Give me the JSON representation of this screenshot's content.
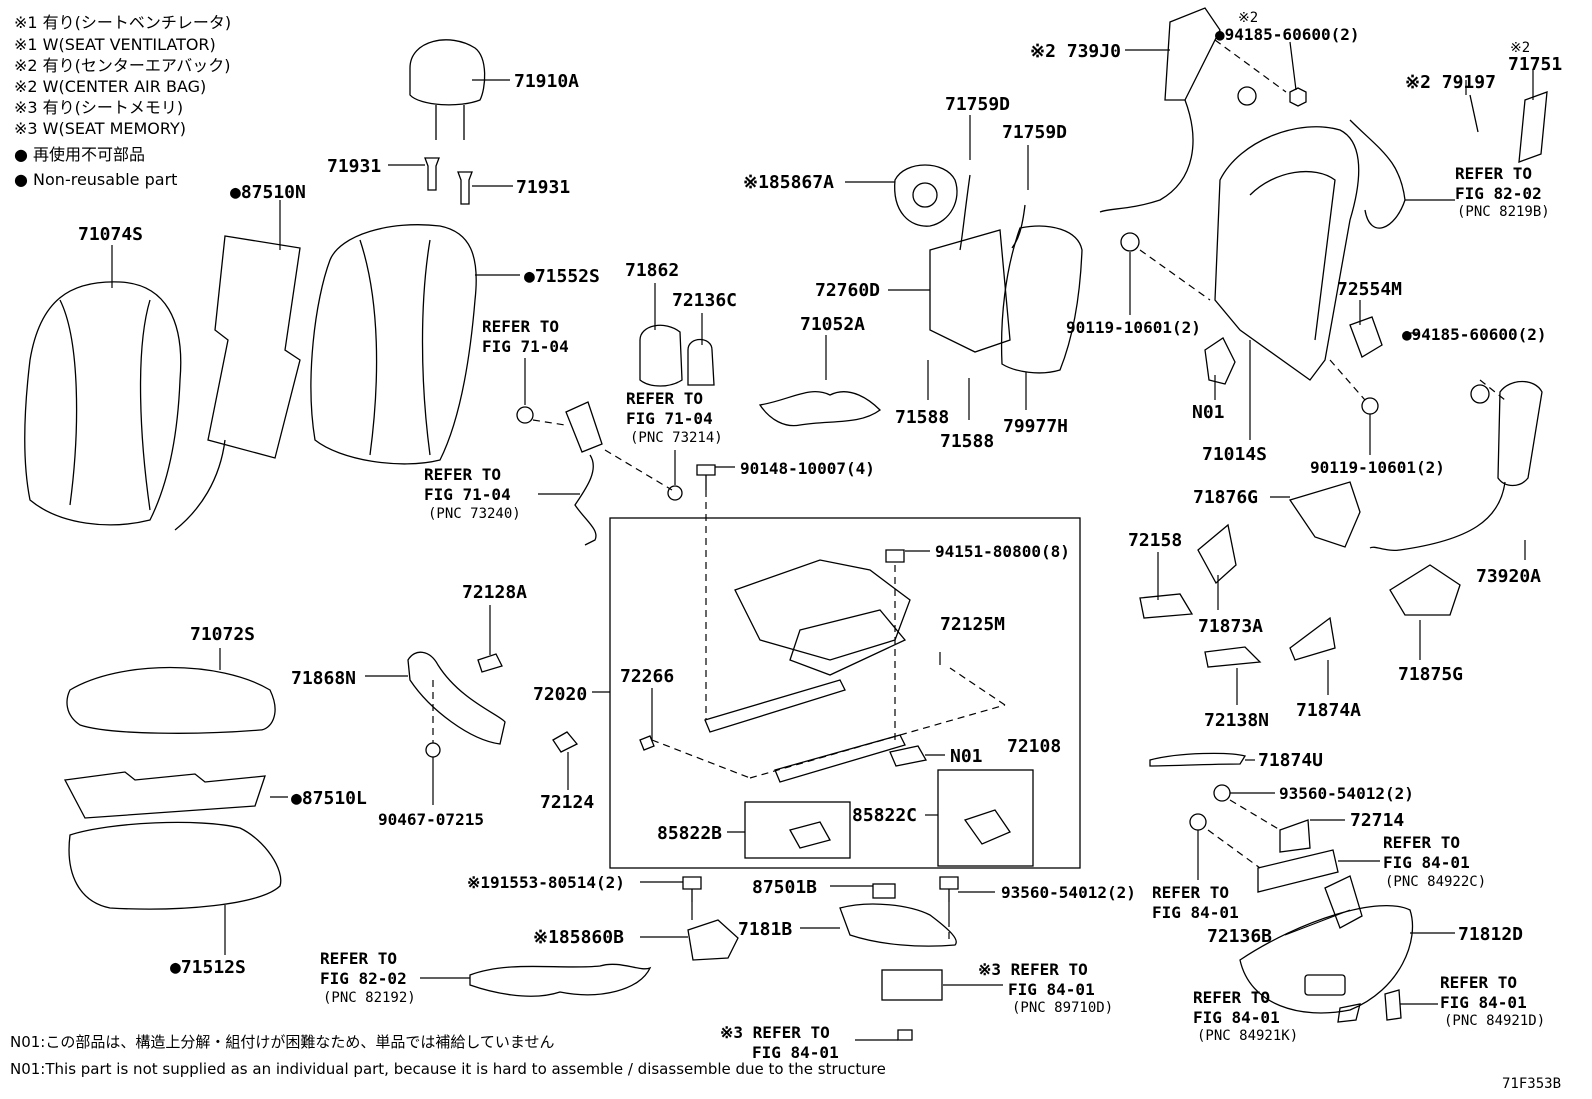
{
  "legend": [
    "※1 有り(シートベンチレータ)",
    "※1 W(SEAT VENTILATOR)",
    "※2 有り(センターエアバック)",
    "※2 W(CENTER AIR BAG)",
    "※3 有り(シートメモリ)",
    "※3 W(SEAT MEMORY)",
    "● 再使用不可部品",
    "● Non-reusable part"
  ],
  "labels": {
    "p71910A": "71910A",
    "p71931a": "71931",
    "p71931b": "71931",
    "p87510N": "●87510N",
    "p71074S": "71074S",
    "p71552S": "●71552S",
    "p71862": "71862",
    "p72136C": "72136C",
    "p71759D_a": "71759D",
    "p71759D_b": "71759D",
    "p85867A": "※185867A",
    "p72760D": "72760D",
    "p71052A": "71052A",
    "p71588a": "71588",
    "p71588b": "71588",
    "p79977H": "79977H",
    "p739J0": "※2 739J0",
    "p94185_top_mark": "※2",
    "p94185_top": "●94185-60600(2)",
    "p79197": "※2 79197",
    "p71751_mark": "※2",
    "p71751": "71751",
    "p90119a": "90119-10601(2)",
    "pN01a": "N01",
    "p71014S": "71014S",
    "p72554M": "72554M",
    "p94185_mid": "●94185-60600(2)",
    "p90119b": "90119-10601(2)",
    "p71876G": "71876G",
    "p73920A": "73920A",
    "p72158": "72158",
    "p71873A": "71873A",
    "p71875G": "71875G",
    "p72138N": "72138N",
    "p71874A": "71874A",
    "p71874U": "71874U",
    "p93560a": "93560-54012(2)",
    "p72714": "72714",
    "p90148": "90148-10007(4)",
    "p94151": "94151-80800(8)",
    "p72125M": "72125M",
    "p72128A": "72128A",
    "p71868N": "71868N",
    "p72020": "72020",
    "p72266": "72266",
    "p72108": "72108",
    "pN01b": "N01",
    "p72124": "72124",
    "p85822B": "85822B",
    "p85822C": "85822C",
    "p71072S": "71072S",
    "p87510L": "●87510L",
    "p90467": "90467-07215",
    "p71512S": "●71512S",
    "p91553": "※191553-80514(2)",
    "p87501B": "87501B",
    "p93560b": "93560-54012(2)",
    "p85860B": "※185860B",
    "p7181B": "7181B",
    "p72136B": "72136B",
    "p71812D": "71812D",
    "p71F353B": "71F353B"
  },
  "refs": {
    "r1": [
      "REFER TO",
      "FIG 71-04",
      ""
    ],
    "r2": [
      "REFER TO",
      "FIG 71-04",
      "(PNC 73214)"
    ],
    "r3": [
      "REFER TO",
      "FIG 71-04",
      "(PNC 73240)"
    ],
    "r4": [
      "REFER TO",
      "FIG 82-02",
      "(PNC 8219B)"
    ],
    "r5": [
      "REFER TO",
      "FIG 84-01",
      "(PNC 84922C)"
    ],
    "r6": [
      "REFER TO",
      "FIG 84-01",
      ""
    ],
    "r7": [
      "REFER TO",
      "FIG 82-02",
      "(PNC 82192)"
    ],
    "r8": [
      "※3 REFER TO",
      "FIG 84-01",
      "(PNC 89710D)"
    ],
    "r9": [
      "※3 REFER TO",
      "FIG 84-01",
      ""
    ],
    "r10": [
      "REFER TO",
      "FIG 84-01",
      "(PNC 84921K)"
    ],
    "r11": [
      "REFER TO",
      "FIG 84-01",
      "(PNC 84921D)"
    ]
  },
  "notes": [
    "N01:この部品は、構造上分解・組付けが困難なため、単品では補給していません",
    "N01:This part is not supplied as an individual part, because it is hard to assemble / disassemble due to the structure"
  ]
}
